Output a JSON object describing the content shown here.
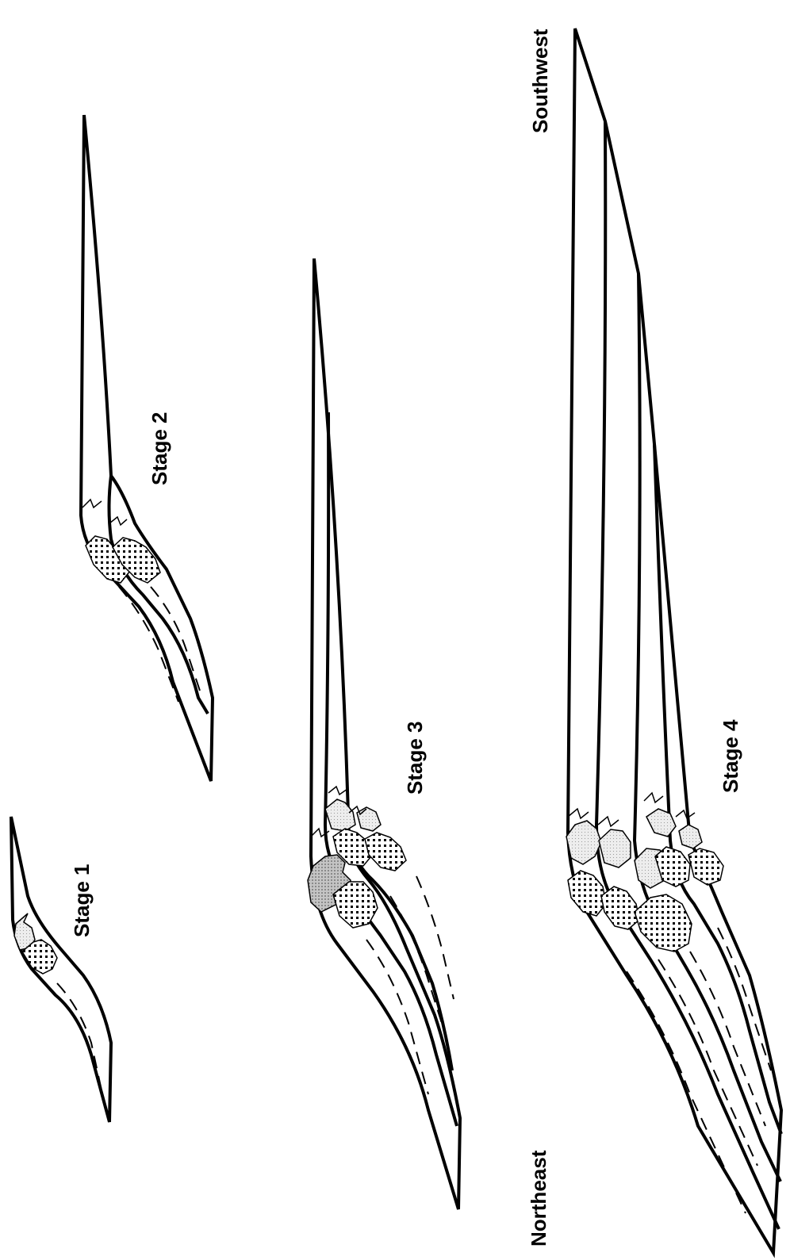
{
  "labels": {
    "stage1": "Stage 1",
    "stage2": "Stage 2",
    "stage3": "Stage 3",
    "stage4": "Stage 4",
    "northeast": "Northeast",
    "southwest": "Southwest"
  },
  "colors": {
    "line": "#000000",
    "background": "#ffffff",
    "light_facies": "#e4e4e4",
    "grey_facies": "#bdbdbd"
  }
}
